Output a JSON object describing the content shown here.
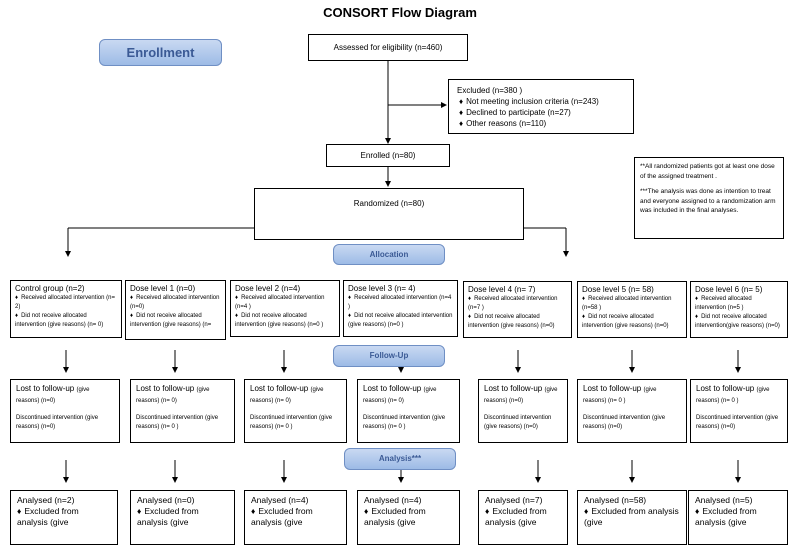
{
  "title": "CONSORT Flow Diagram",
  "stage_labels": {
    "enrollment": "Enrollment",
    "allocation": "Allocation",
    "followup": "Follow-Up",
    "analysis": "Analysis***"
  },
  "assessed": "Assessed for eligibility (n=460)",
  "excluded": {
    "heading": "Excluded   (n=380 )",
    "items": [
      "Not meeting inclusion criteria (n=243)",
      "Declined to participate (n=27)",
      "Other reasons (n=110)"
    ]
  },
  "enrolled": "Enrolled (n=80)",
  "randomized": "Randomized (n=80)",
  "note": {
    "line1": "**All randomized patients got at least one dose of the assigned treatment .",
    "line2": "***The analysis was done as intention to treat and everyone assigned to a randomization arm was included in the final analyses."
  },
  "allocation_groups": [
    {
      "title": "Control group (n=2)",
      "received": "Received allocated intervention (n= 2)",
      "not_received": "Did not receive allocated intervention (give reasons) (n= 0)"
    },
    {
      "title": "Dose level 1 (n=0)",
      "received": "Received allocated intervention (n=0)",
      "not_received": "Did not receive allocated intervention (give reasons) (n="
    },
    {
      "title": "Dose level 2 (n=4)",
      "received": "Received allocated intervention (n=4 )",
      "not_received": "Did not receive allocated intervention (give reasons) (n=0 )"
    },
    {
      "title": "Dose level 3 (n= 4)",
      "received": "Received allocated intervention (n=4 )",
      "not_received": "Did not receive allocated intervention (give reasons) (n=0 )"
    },
    {
      "title": "Dose level 4 (n= 7)",
      "received": "Received allocated intervention (n=7 )",
      "not_received": "Did not receive allocated intervention (give reasons) (n=0)"
    },
    {
      "title": "Dose level 5 (n= 58)",
      "received": "Received allocated intervention (n=58 )",
      "not_received": "Did not receive allocated intervention (give reasons) (n=0)"
    },
    {
      "title": "Dose level 6 (n= 5)",
      "received": "Received allocated intervention (n=5 )",
      "not_received": "Did not receive allocated intervention(give reasons) (n=0)"
    }
  ],
  "followup_groups": [
    {
      "lost": "Lost to follow-up",
      "lost_reason": "(give reasons) (n=0)",
      "disc": "Discontinued intervention (give reasons) (n=0)"
    },
    {
      "lost": "Lost to follow-up",
      "lost_reason": "(give reasons) (n= 0)",
      "disc": "Discontinued intervention (give reasons) (n= 0 )"
    },
    {
      "lost": "Lost to follow-up",
      "lost_reason": "(give reasons) (n= 0)",
      "disc": "Discontinued intervention (give reasons) (n= 0 )"
    },
    {
      "lost": "Lost to follow-up",
      "lost_reason": "(give reasons) (n= 0)",
      "disc": "Discontinued intervention (give reasons) (n= 0 )"
    },
    {
      "lost": "Lost to follow-up",
      "lost_reason": "(give reasons) (n=0)",
      "disc": "Discontinued intervention (give reasons) (n=0)"
    },
    {
      "lost": "Lost to follow-up",
      "lost_reason": "(give reasons) (n= 0 )",
      "disc": "Discontinued intervention (give reasons) (n=0)"
    },
    {
      "lost": "Lost to follow-up",
      "lost_reason": "(give reasons) (n= 0 )",
      "disc": "Discontinued intervention (give reasons) (n=0)"
    }
  ],
  "analysis_groups": [
    {
      "analysed": "Analysed (n=2)",
      "excluded": "Excluded from analysis (give"
    },
    {
      "analysed": "Analysed (n=0)",
      "excluded": "Excluded from analysis (give"
    },
    {
      "analysed": "Analysed (n=4)",
      "excluded": "Excluded from analysis (give"
    },
    {
      "analysed": "Analysed (n=4)",
      "excluded": "Excluded from analysis (give"
    },
    {
      "analysed": "Analysed (n=7)",
      "excluded": "Excluded from analysis (give"
    },
    {
      "analysed": "Analysed (n=58)",
      "excluded": "Excluded from analysis (give"
    },
    {
      "analysed": "Analysed (n=5)",
      "excluded": "Excluded from analysis (give"
    }
  ]
}
